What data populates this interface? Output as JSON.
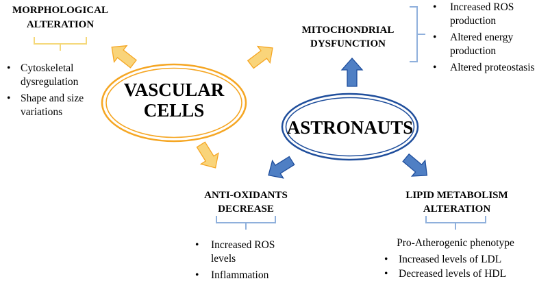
{
  "colors": {
    "orange_ring": "#f5a623",
    "orange_arrow": "#f9d47a",
    "blue_ring": "#1f4e9c",
    "blue_arrow": "#4f7fc4",
    "bracket_yellow": "#f5d879",
    "bracket_blue": "#8fb0dc"
  },
  "nodes": {
    "vascular": {
      "line1": "VASCULAR",
      "line2": "CELLS"
    },
    "astronauts": {
      "label": "ASTRONAUTS"
    }
  },
  "morphological": {
    "title_line1": "MORPHOLOGICAL",
    "title_line2": "ALTERATION",
    "items": [
      "Cytoskeletal",
      "dysregulation",
      "Shape and size",
      "variations"
    ]
  },
  "mitochondrial": {
    "title_line1": "MITOCHONDRIAL",
    "title_line2": "DYSFUNCTION",
    "items": [
      "Increased ROS",
      "production",
      "Altered energy",
      "production",
      "Altered proteostasis"
    ]
  },
  "antioxidants": {
    "title_line1": "ANTI-OXIDANTS",
    "title_line2": "DECREASE",
    "items": [
      "Increased ROS",
      "levels",
      "Inflammation"
    ]
  },
  "lipid": {
    "title_line1": "LIPID METABOLISM",
    "title_line2": "ALTERATION",
    "subtitle": "Pro-Atherogenic phenotype",
    "items": [
      "Increased levels of LDL",
      "Decreased levels of HDL"
    ]
  }
}
